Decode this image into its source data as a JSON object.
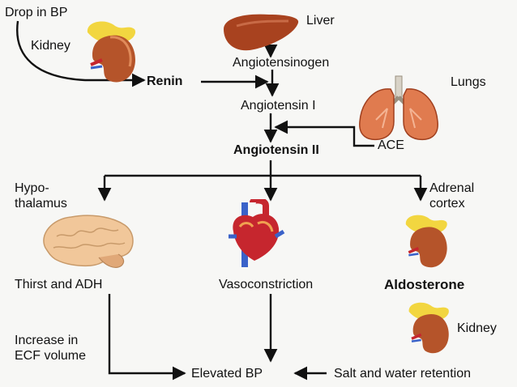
{
  "labels": {
    "drop_in_bp": "Drop in BP",
    "kidney_top": "Kidney",
    "liver": "Liver",
    "angiotensinogen": "Angiotensinogen",
    "renin": "Renin",
    "lungs": "Lungs",
    "angiotensin_1": "Angiotensin I",
    "ace": "ACE",
    "angiotensin_2": "Angiotensin II",
    "hypothalamus_1": "Hypo-",
    "hypothalamus_2": "thalamus",
    "adrenal_1": "Adrenal",
    "adrenal_2": "cortex",
    "thirst_adh": "Thirst and ADH",
    "vasoconstriction": "Vasoconstriction",
    "aldosterone": "Aldosterone",
    "kidney_bottom": "Kidney",
    "ecf_1": "Increase in",
    "ecf_2": "ECF volume",
    "elevated_bp": "Elevated BP",
    "salt_water": "Salt and water retention"
  },
  "icons": {
    "kidney": "kidney-icon",
    "liver": "liver-icon",
    "lungs": "lungs-icon",
    "brain": "brain-icon",
    "heart": "heart-icon"
  },
  "colors": {
    "kidney": "#b5542a",
    "adrenal": "#f2d640",
    "liver": "#a8421f",
    "lungs": "#e07b4f",
    "brain": "#f1c79a",
    "heart_red": "#c6262e",
    "heart_blue": "#3a62c9"
  }
}
